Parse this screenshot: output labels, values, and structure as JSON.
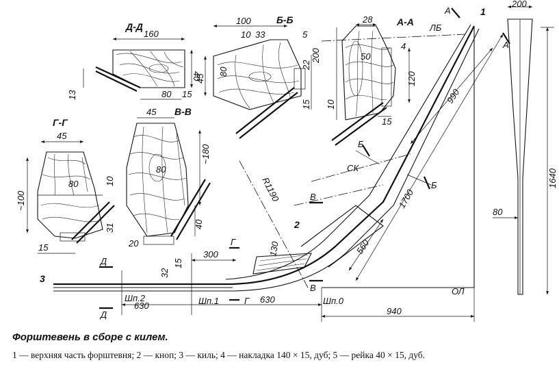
{
  "caption": {
    "title": "Форштевень в сборе с килем.",
    "legend": "1 — верхняя часть форштевня; 2 — кноп; 3 — киль; 4 — накладка 140 × 15, дуб; 5 — рейка 40 × 15, дуб."
  },
  "sections": {
    "dd": {
      "label": "Д-Д",
      "dims": [
        "160",
        "40",
        "13",
        "80",
        "15"
      ]
    },
    "bb": {
      "label": "Б-Б",
      "dims": [
        "100",
        "10",
        "33",
        "5",
        "45",
        "80",
        "22",
        "15"
      ]
    },
    "aa": {
      "label": "А-А",
      "dims": [
        "28",
        "200",
        "50",
        "4",
        "120",
        "10",
        "15"
      ]
    },
    "gg": {
      "label": "Г-Г",
      "dims": [
        "45",
        "~100",
        "80",
        "10",
        "31",
        "15"
      ]
    },
    "vv": {
      "label": "В-В",
      "dims": [
        "45",
        "80",
        "~180",
        "40",
        "20"
      ]
    }
  },
  "main": {
    "markers": {
      "a": "А",
      "lb": "ЛБ",
      "b": "Б",
      "sk": "СК",
      "v": "В",
      "g": "Г",
      "d": "Д",
      "ol": "ОЛ"
    },
    "part_numbers": [
      "1",
      "2",
      "3"
    ],
    "dims": {
      "d990": "990",
      "d1700": "1700",
      "d560": "560",
      "d130": "130",
      "r1190": "R1190",
      "d300": "300",
      "d630a": "630",
      "d630b": "630",
      "d940": "940",
      "d32": "32",
      "d15": "15"
    },
    "stations": {
      "sp2": "Шп.2",
      "sp1": "Шп.1",
      "sp0": "Шп.0"
    }
  },
  "front_view": {
    "dims": {
      "d200": "200",
      "d1640": "1640",
      "d80": "80"
    }
  }
}
